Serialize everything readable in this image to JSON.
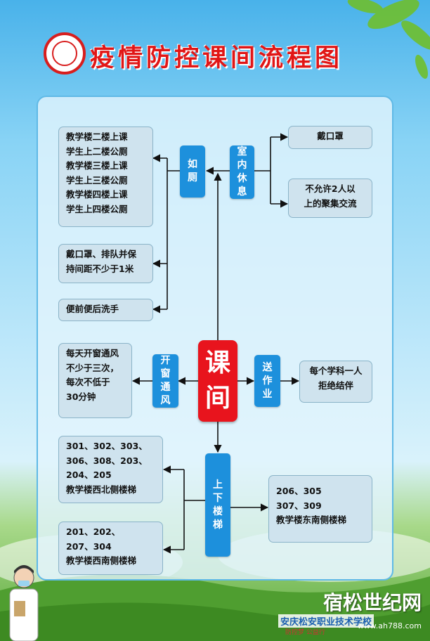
{
  "title": "疫情防控课间流程图",
  "center_node": [
    "课",
    "间"
  ],
  "toilet": {
    "node": [
      "如",
      "厕"
    ],
    "floors": [
      "教学楼二楼上课",
      "学生上二楼公厕",
      "教学楼三楼上课",
      "学生上三楼公厕",
      "教学楼四楼上课",
      "学生上四楼公厕"
    ],
    "queue": [
      "戴口罩、排队并保",
      "持间距不少于1米"
    ],
    "wash": "便前便后洗手"
  },
  "indoor_rest": {
    "node": [
      "室",
      "内",
      "休",
      "息"
    ],
    "mask": "戴口罩",
    "no_gather": [
      "不允许2人以",
      "上的聚集交流"
    ]
  },
  "ventilation": {
    "node": [
      "开",
      "窗",
      "通",
      "风"
    ],
    "detail": [
      "每天开窗通风",
      "不少于三次，",
      "每次不低于",
      "30分钟"
    ]
  },
  "homework": {
    "node": [
      "送",
      "作",
      "业"
    ],
    "detail": [
      "每个学科一人",
      "拒绝结伴"
    ]
  },
  "stairs": {
    "node": [
      "上",
      "下",
      "楼",
      "梯"
    ],
    "northwest": [
      "301、302、303、",
      "306、308、203、",
      "204、205",
      "教学楼西北侧楼梯"
    ],
    "southwest": [
      "201、202、",
      "207、304",
      "教学楼西南侧楼梯"
    ],
    "southeast": [
      "206、305",
      "307、309",
      "教学楼东南侧楼梯"
    ]
  },
  "watermark": "宿松世纪网",
  "watermark_url": "www.ah788.com",
  "school_name": "安庆松安职业技术学校",
  "slogan": "防控梦  公益行",
  "colors": {
    "title_red": "#e11616",
    "node_blue": "#1d90dc",
    "center_red": "#e8141d",
    "box_fill": "#cfe3ee"
  }
}
